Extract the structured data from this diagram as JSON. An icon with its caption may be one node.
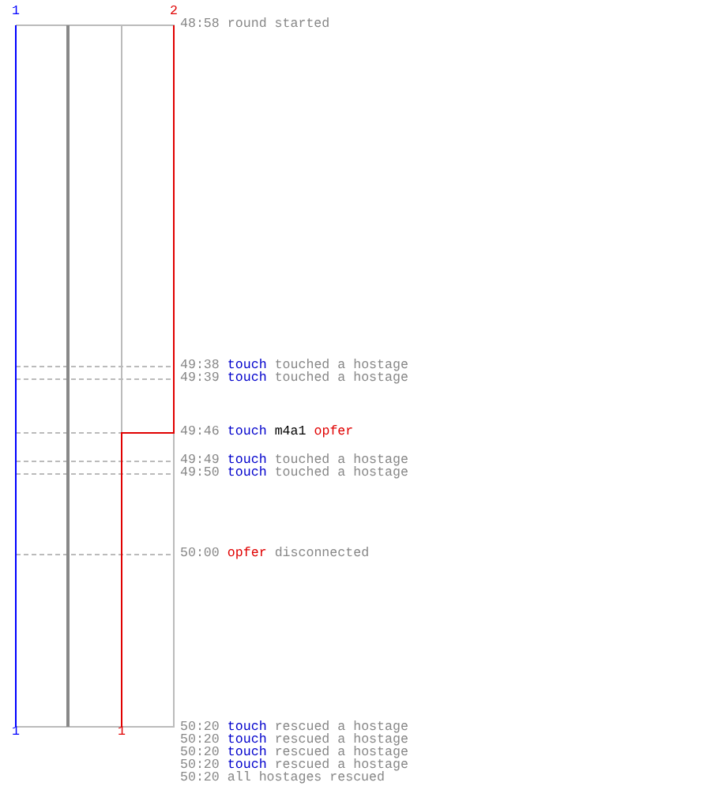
{
  "diagram": {
    "labels": [
      "1",
      "2",
      "48:58",
      "round started",
      "49:38",
      "touch",
      "touched a hostage",
      "49:39",
      "touch",
      "touched a hostage",
      "49:46",
      "touch",
      "m4a1",
      "opfer",
      "49:49",
      "touch",
      "touched a hostage",
      "49:50",
      "touch",
      "touched a hostage",
      "50:00",
      "opfer",
      "disconnected",
      "1",
      "1",
      "50:20",
      "touch",
      "rescued a hostage",
      "50:20",
      "touch",
      "rescued a hostage",
      "50:20",
      "touch",
      "rescued a hostage",
      "50:20",
      "touch",
      "rescued a hostage",
      "50:20",
      "all hostages rescued"
    ]
  }
}
